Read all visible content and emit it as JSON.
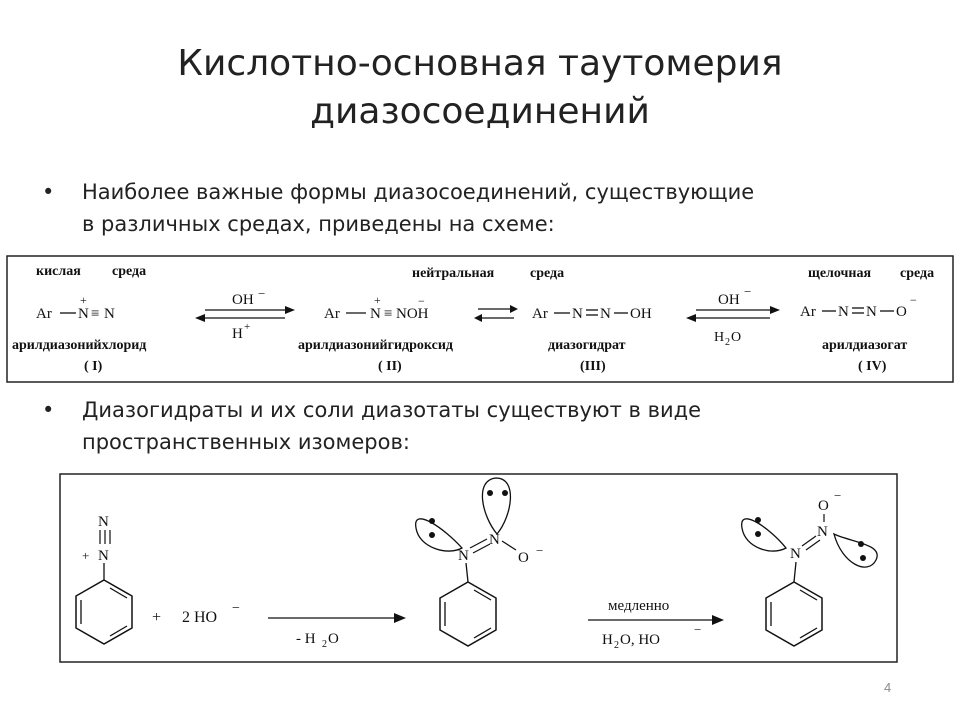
{
  "slide": {
    "title_line1": "Кислотно-основная таутомерия",
    "title_line2": "диазосоединений",
    "bullet1_line1": "Наиболее важные формы диазосоединений, существующие",
    "bullet1_line2": "в различных средах, приведены на схеме:",
    "bullet2_line1": "Диазогидраты и их соли диазотаты существуют в виде",
    "bullet2_line2": "пространственных изомеров:",
    "bullet_glyph": "•",
    "page_number": "4"
  },
  "scheme1": {
    "acid_word": "кислая",
    "medium_word": "среда",
    "neutral_word": "нейтральная",
    "alkaline_word": "щелочная",
    "ar": "Ar",
    "n": "N",
    "nn": "N N",
    "oh": "OH",
    "noh": "NOH",
    "o": "O",
    "plus": "+",
    "minus": "−",
    "triple": "≡",
    "oh_minus": "OH",
    "h_plus": "H",
    "h2o_h": "H",
    "h2o_2": "2",
    "h2o_o": "O",
    "name1": "арилдиазонийхлорид",
    "name2": "арилдиазонийгидроксид",
    "name3": "диазогидрат",
    "name4": "арилдиазогат",
    "num1": "( I)",
    "num2": "( II)",
    "num3": "(III)",
    "num4": "( IV)"
  },
  "scheme2": {
    "n": "N",
    "o": "O",
    "plus": "+",
    "minus": "−",
    "reagent": "2 HO",
    "minus_h2o_prefix": "- H",
    "sub2": "2",
    "o_letter": "O",
    "slowly": "медленно",
    "cond_h": "H",
    "cond_rest": "O,  HO"
  }
}
